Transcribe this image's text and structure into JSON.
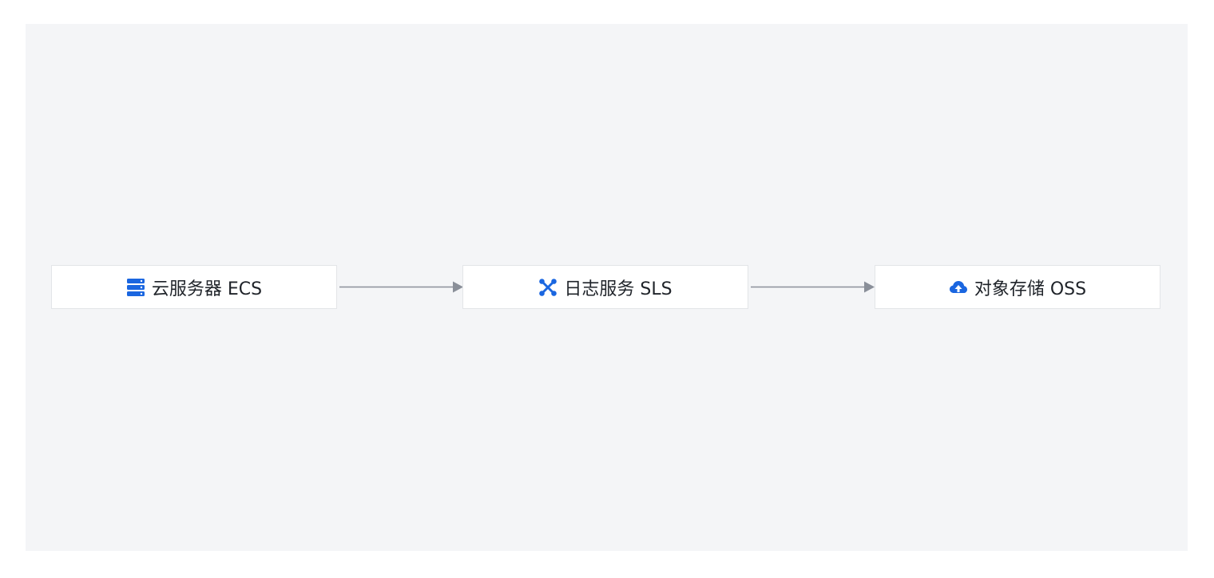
{
  "diagram": {
    "nodes": [
      {
        "id": "ecs",
        "label": "云服务器 ECS",
        "icon": "server-icon"
      },
      {
        "id": "sls",
        "label": "日志服务 SLS",
        "icon": "network-nodes-icon"
      },
      {
        "id": "oss",
        "label": "对象存储 OSS",
        "icon": "cloud-upload-icon"
      }
    ],
    "edges": [
      {
        "from": "ecs",
        "to": "sls"
      },
      {
        "from": "sls",
        "to": "oss"
      }
    ],
    "colors": {
      "icon": "#1a66e0",
      "edge": "#8a8f99",
      "canvas": "#f4f5f7",
      "node_border": "#e3e5e8"
    }
  }
}
